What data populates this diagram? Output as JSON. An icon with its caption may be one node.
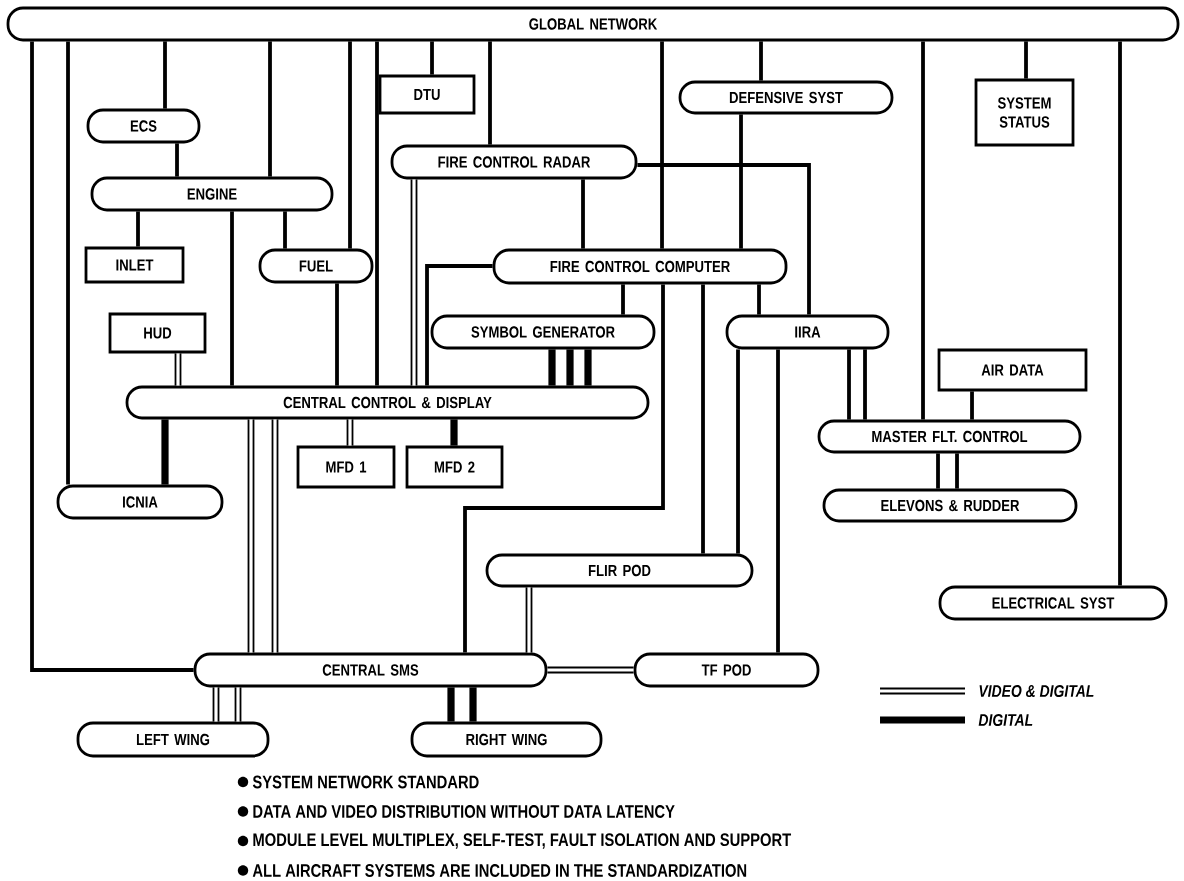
{
  "diagram": {
    "nodes": [
      {
        "text": [
          "GLOBAL NETWORK"
        ]
      },
      {
        "text": [
          "DTU"
        ]
      },
      {
        "text": [
          "DEFENSIVE SYST"
        ]
      },
      {
        "text": [
          "SYSTEM STATUS"
        ]
      },
      {
        "text": [
          "ECS"
        ]
      },
      {
        "text": [
          "FIRE CONTROL RADAR"
        ]
      },
      {
        "text": [
          "ENGINE"
        ]
      },
      {
        "text": [
          "INLET"
        ]
      },
      {
        "text": [
          "FUEL"
        ]
      },
      {
        "text": [
          "FIRE CONTROL COMPUTER"
        ]
      },
      {
        "text": [
          "HUD"
        ]
      },
      {
        "text": [
          "SYMBOL GENERATOR"
        ]
      },
      {
        "text": [
          "IIRA"
        ]
      },
      {
        "text": [
          "AIR DATA"
        ]
      },
      {
        "text": [
          "CENTRAL CONTROL & DISPLAY"
        ]
      },
      {
        "text": [
          "MASTER FLT. CONTROL"
        ]
      },
      {
        "text": [
          "MFD 1"
        ]
      },
      {
        "text": [
          "MFD 2"
        ]
      },
      {
        "text": [
          "ICNIA"
        ]
      },
      {
        "text": [
          "ELEVONS & RUDDER"
        ]
      },
      {
        "text": [
          "FLIR POD"
        ]
      },
      {
        "text": [
          "ELECTRICAL SYST"
        ]
      },
      {
        "text": [
          "CENTRAL SMS"
        ]
      },
      {
        "text": [
          "TF POD"
        ]
      },
      {
        "text": [
          "LEFT WING"
        ]
      },
      {
        "text": [
          "RIGHT WING"
        ]
      }
    ],
    "edges": [
      {
        "from": 0,
        "to": 22,
        "arrow": "none"
      },
      {
        "from": 0,
        "to": 18,
        "arrow": "none"
      },
      {
        "from": 0,
        "to": 4,
        "arrow": "none"
      },
      {
        "from": 0,
        "to": 6,
        "arrow": "none"
      },
      {
        "from": 0,
        "to": 8,
        "arrow": "none"
      },
      {
        "from": 0,
        "to": 14,
        "arrow": "none"
      },
      {
        "from": 0,
        "to": 1,
        "arrow": "none"
      },
      {
        "from": 0,
        "to": 5,
        "arrow": "none"
      },
      {
        "from": 0,
        "to": 9,
        "arrow": "none"
      },
      {
        "from": 0,
        "to": 2,
        "arrow": "none"
      },
      {
        "from": 0,
        "to": 15,
        "arrow": "none"
      },
      {
        "from": 0,
        "to": 3,
        "arrow": "none"
      },
      {
        "from": 0,
        "to": 21,
        "arrow": "none"
      },
      {
        "from": 4,
        "to": 6,
        "arrow": "none"
      },
      {
        "from": 6,
        "to": 7,
        "arrow": "none"
      },
      {
        "from": 6,
        "to": 8,
        "arrow": "none"
      },
      {
        "from": 6,
        "to": 14,
        "arrow": "none"
      },
      {
        "from": 8,
        "to": 14,
        "arrow": "none"
      },
      {
        "from": 5,
        "to": 14,
        "arrow": "none"
      },
      {
        "from": 9,
        "to": 14,
        "arrow": "none"
      },
      {
        "from": 5,
        "to": 9,
        "arrow": "none"
      },
      {
        "from": 5,
        "to": 12,
        "arrow": "none"
      },
      {
        "from": 2,
        "to": 9,
        "arrow": "none"
      },
      {
        "from": 9,
        "to": 11,
        "arrow": "none"
      },
      {
        "from": 9,
        "to": 22,
        "arrow": "none"
      },
      {
        "from": 9,
        "to": 20,
        "arrow": "none"
      },
      {
        "from": 9,
        "to": 12,
        "arrow": "none"
      },
      {
        "from": 11,
        "to": 14,
        "arrow": "none",
        "style": "thick"
      },
      {
        "from": 11,
        "to": 14,
        "arrow": "none",
        "style": "thick"
      },
      {
        "from": 11,
        "to": 14,
        "arrow": "none",
        "style": "thick"
      },
      {
        "from": 12,
        "to": 20,
        "arrow": "none"
      },
      {
        "from": 12,
        "to": 23,
        "arrow": "none"
      },
      {
        "from": 12,
        "to": 15,
        "arrow": "none"
      },
      {
        "from": 12,
        "to": 15,
        "arrow": "none"
      },
      {
        "from": 13,
        "to": 15,
        "arrow": "none"
      },
      {
        "from": 15,
        "to": 19,
        "arrow": "none"
      },
      {
        "from": 15,
        "to": 19,
        "arrow": "none"
      },
      {
        "from": 10,
        "to": 14,
        "arrow": "none"
      },
      {
        "from": 14,
        "to": 18,
        "arrow": "none",
        "style": "thick"
      },
      {
        "from": 14,
        "to": 16,
        "arrow": "none"
      },
      {
        "from": 14,
        "to": 17,
        "arrow": "none",
        "style": "thick"
      },
      {
        "from": 14,
        "to": 22,
        "arrow": "none"
      },
      {
        "from": 14,
        "to": 22,
        "arrow": "none"
      },
      {
        "from": 20,
        "to": 22,
        "arrow": "none"
      },
      {
        "from": 22,
        "to": 23,
        "arrow": "none"
      },
      {
        "from": 22,
        "to": 24,
        "arrow": "none"
      },
      {
        "from": 22,
        "to": 24,
        "arrow": "none"
      },
      {
        "from": 22,
        "to": 25,
        "arrow": "none",
        "style": "thick"
      },
      {
        "from": 22,
        "to": 25,
        "arrow": "none",
        "style": "thick"
      }
    ],
    "labels": [
      "SYSTEM NETWORK STANDARD",
      "DATA AND VIDEO DISTRIBUTION WITHOUT DATA LATENCY",
      "MODULE LEVEL MULTIPLEX, SELF-TEST, FAULT ISOLATION AND SUPPORT",
      "ALL AIRCRAFT SYSTEMS ARE INCLUDED IN THE STANDARDIZATION"
    ],
    "legend": [
      {
        "text": "VIDEO & DIGITAL"
      },
      {
        "text": "DIGITAL"
      }
    ]
  }
}
